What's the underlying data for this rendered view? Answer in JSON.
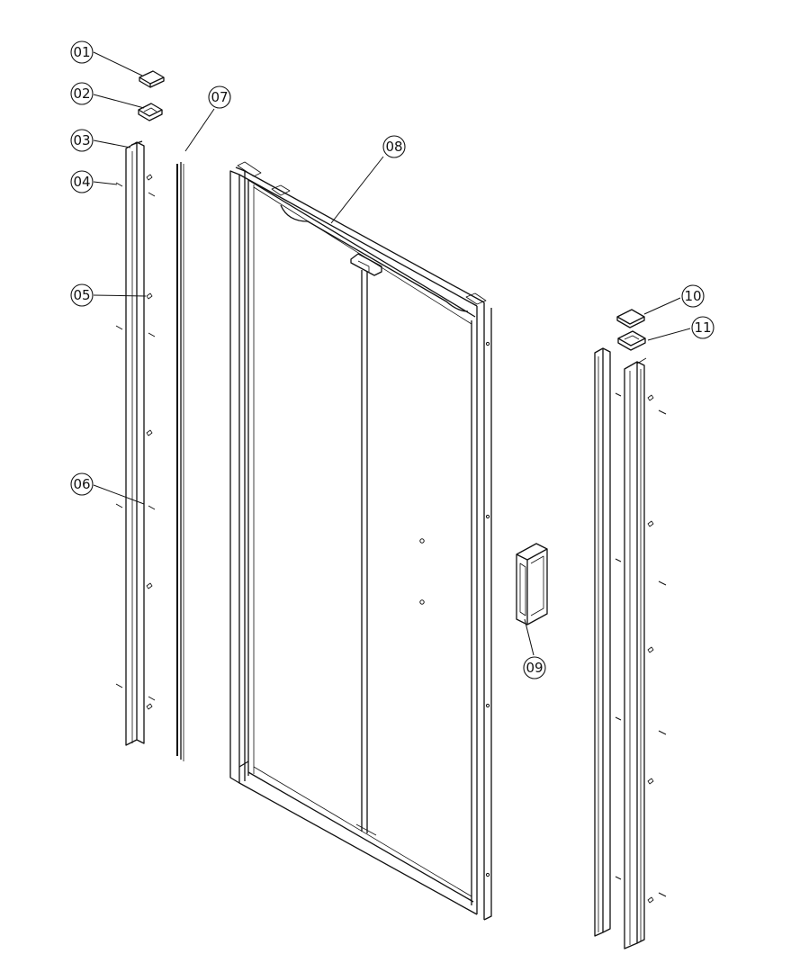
{
  "callouts": [
    {
      "id": "01",
      "label": "01"
    },
    {
      "id": "02",
      "label": "02"
    },
    {
      "id": "03",
      "label": "03"
    },
    {
      "id": "04",
      "label": "04"
    },
    {
      "id": "05",
      "label": "05"
    },
    {
      "id": "06",
      "label": "06"
    },
    {
      "id": "07",
      "label": "07"
    },
    {
      "id": "08",
      "label": "08"
    },
    {
      "id": "09",
      "label": "09"
    },
    {
      "id": "10",
      "label": "10"
    },
    {
      "id": "11",
      "label": "11"
    }
  ],
  "colors": {
    "line": "#111111",
    "background": "#ffffff"
  }
}
